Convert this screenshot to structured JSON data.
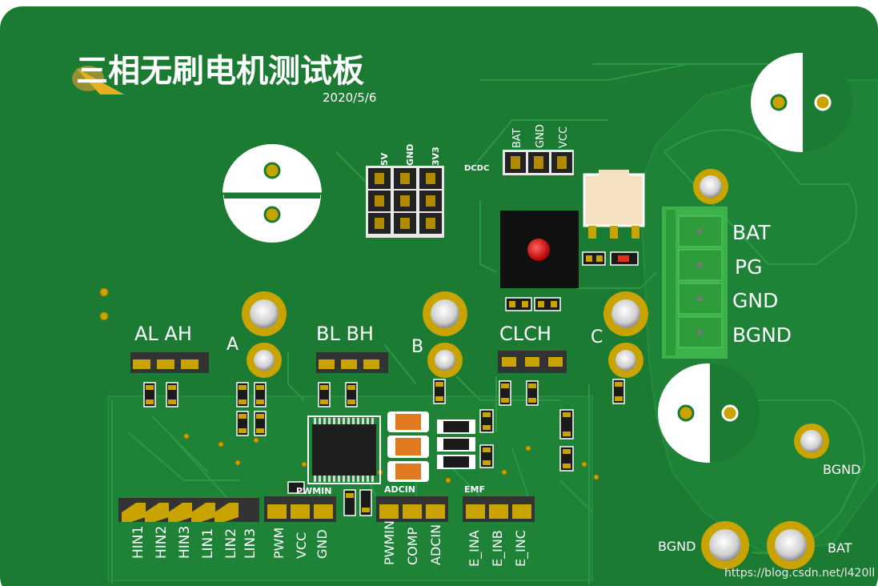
{
  "board": {
    "title": "三相无刷电机测试板",
    "date": "2020/5/6",
    "watermark": "https://blog.csdn.net/l420ll"
  },
  "headers": {
    "power_rail": {
      "label": "DCDC",
      "pins": [
        "BAT",
        "GND",
        "VCC"
      ]
    },
    "voltage_select": {
      "pins": [
        "5V",
        "GND",
        "3V3"
      ]
    },
    "phase_a": {
      "pins_label": "AL AH",
      "phase": "A"
    },
    "phase_b": {
      "pins_label": "BL BH",
      "phase": "B"
    },
    "phase_c": {
      "pins_label": "CLCH",
      "phase": "C"
    },
    "hin_lin": {
      "pins": [
        "HIN1",
        "HIN2",
        "HIN3",
        "LIN1",
        "LIN2",
        "LIN3"
      ]
    },
    "pwm_in": {
      "label": "PWMIN",
      "pins": [
        "PWM",
        "VCC",
        "GND"
      ]
    },
    "adc_in": {
      "label": "ADCIN",
      "pins": [
        "PWMIN",
        "COMP",
        "ADCIN"
      ]
    },
    "emf": {
      "label": "EMF",
      "pins": [
        "E_INA",
        "E_INB",
        "E_INC"
      ]
    }
  },
  "terminal_block": {
    "pins": [
      "BAT",
      "PG",
      "GND",
      "BGND"
    ]
  },
  "pads": {
    "bgnd_right": "BGND",
    "bgnd_bottom": "BGND",
    "bat_bottom": "BAT"
  },
  "colors": {
    "board": "#1a7a33",
    "copper": "#23903d",
    "silkscreen": "#ffffff",
    "gold": "#c9a400",
    "terminal": "#3cb34a"
  }
}
